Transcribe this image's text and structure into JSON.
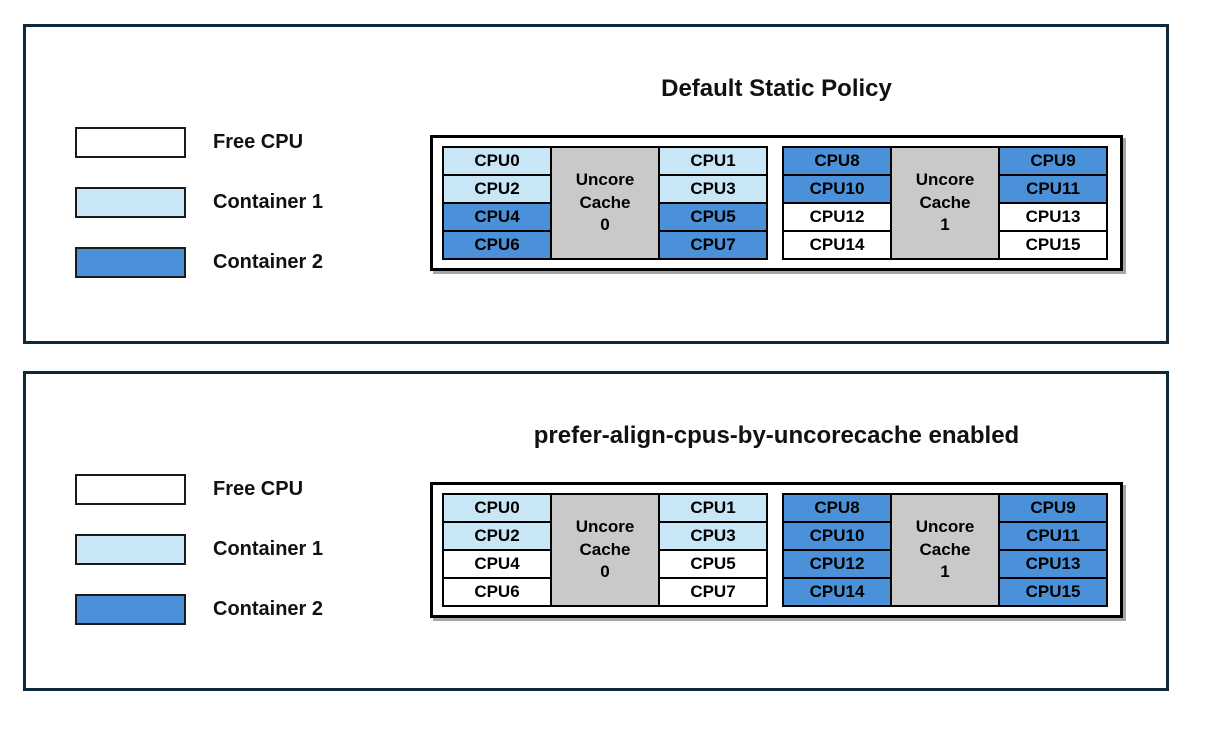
{
  "colors": {
    "free": "#ffffff",
    "container1": "#c8e6f5",
    "container2": "#4a91d9",
    "cache_gray": "#c9c9c9",
    "panel_border": "#0d2a3a",
    "cell_border": "#000000"
  },
  "legend": {
    "items": [
      {
        "label": "Free CPU",
        "state": "free"
      },
      {
        "label": "Container 1",
        "state": "container1"
      },
      {
        "label": "Container 2",
        "state": "container2"
      }
    ]
  },
  "panels": [
    {
      "title": "Default Static Policy",
      "groups": [
        {
          "cache_lines": [
            "Uncore",
            "Cache",
            "0"
          ],
          "left_cpus": [
            {
              "label": "CPU0",
              "state": "container1"
            },
            {
              "label": "CPU2",
              "state": "container1"
            },
            {
              "label": "CPU4",
              "state": "container2"
            },
            {
              "label": "CPU6",
              "state": "container2"
            }
          ],
          "right_cpus": [
            {
              "label": "CPU1",
              "state": "container1"
            },
            {
              "label": "CPU3",
              "state": "container1"
            },
            {
              "label": "CPU5",
              "state": "container2"
            },
            {
              "label": "CPU7",
              "state": "container2"
            }
          ]
        },
        {
          "cache_lines": [
            "Uncore",
            "Cache",
            "1"
          ],
          "left_cpus": [
            {
              "label": "CPU8",
              "state": "container2"
            },
            {
              "label": "CPU10",
              "state": "container2"
            },
            {
              "label": "CPU12",
              "state": "free"
            },
            {
              "label": "CPU14",
              "state": "free"
            }
          ],
          "right_cpus": [
            {
              "label": "CPU9",
              "state": "container2"
            },
            {
              "label": "CPU11",
              "state": "container2"
            },
            {
              "label": "CPU13",
              "state": "free"
            },
            {
              "label": "CPU15",
              "state": "free"
            }
          ]
        }
      ]
    },
    {
      "title": "prefer-align-cpus-by-uncorecache enabled",
      "groups": [
        {
          "cache_lines": [
            "Uncore",
            "Cache",
            "0"
          ],
          "left_cpus": [
            {
              "label": "CPU0",
              "state": "container1"
            },
            {
              "label": "CPU2",
              "state": "container1"
            },
            {
              "label": "CPU4",
              "state": "free"
            },
            {
              "label": "CPU6",
              "state": "free"
            }
          ],
          "right_cpus": [
            {
              "label": "CPU1",
              "state": "container1"
            },
            {
              "label": "CPU3",
              "state": "container1"
            },
            {
              "label": "CPU5",
              "state": "free"
            },
            {
              "label": "CPU7",
              "state": "free"
            }
          ]
        },
        {
          "cache_lines": [
            "Uncore",
            "Cache",
            "1"
          ],
          "left_cpus": [
            {
              "label": "CPU8",
              "state": "container2"
            },
            {
              "label": "CPU10",
              "state": "container2"
            },
            {
              "label": "CPU12",
              "state": "container2"
            },
            {
              "label": "CPU14",
              "state": "container2"
            }
          ],
          "right_cpus": [
            {
              "label": "CPU9",
              "state": "container2"
            },
            {
              "label": "CPU11",
              "state": "container2"
            },
            {
              "label": "CPU13",
              "state": "container2"
            },
            {
              "label": "CPU15",
              "state": "container2"
            }
          ]
        }
      ]
    }
  ]
}
